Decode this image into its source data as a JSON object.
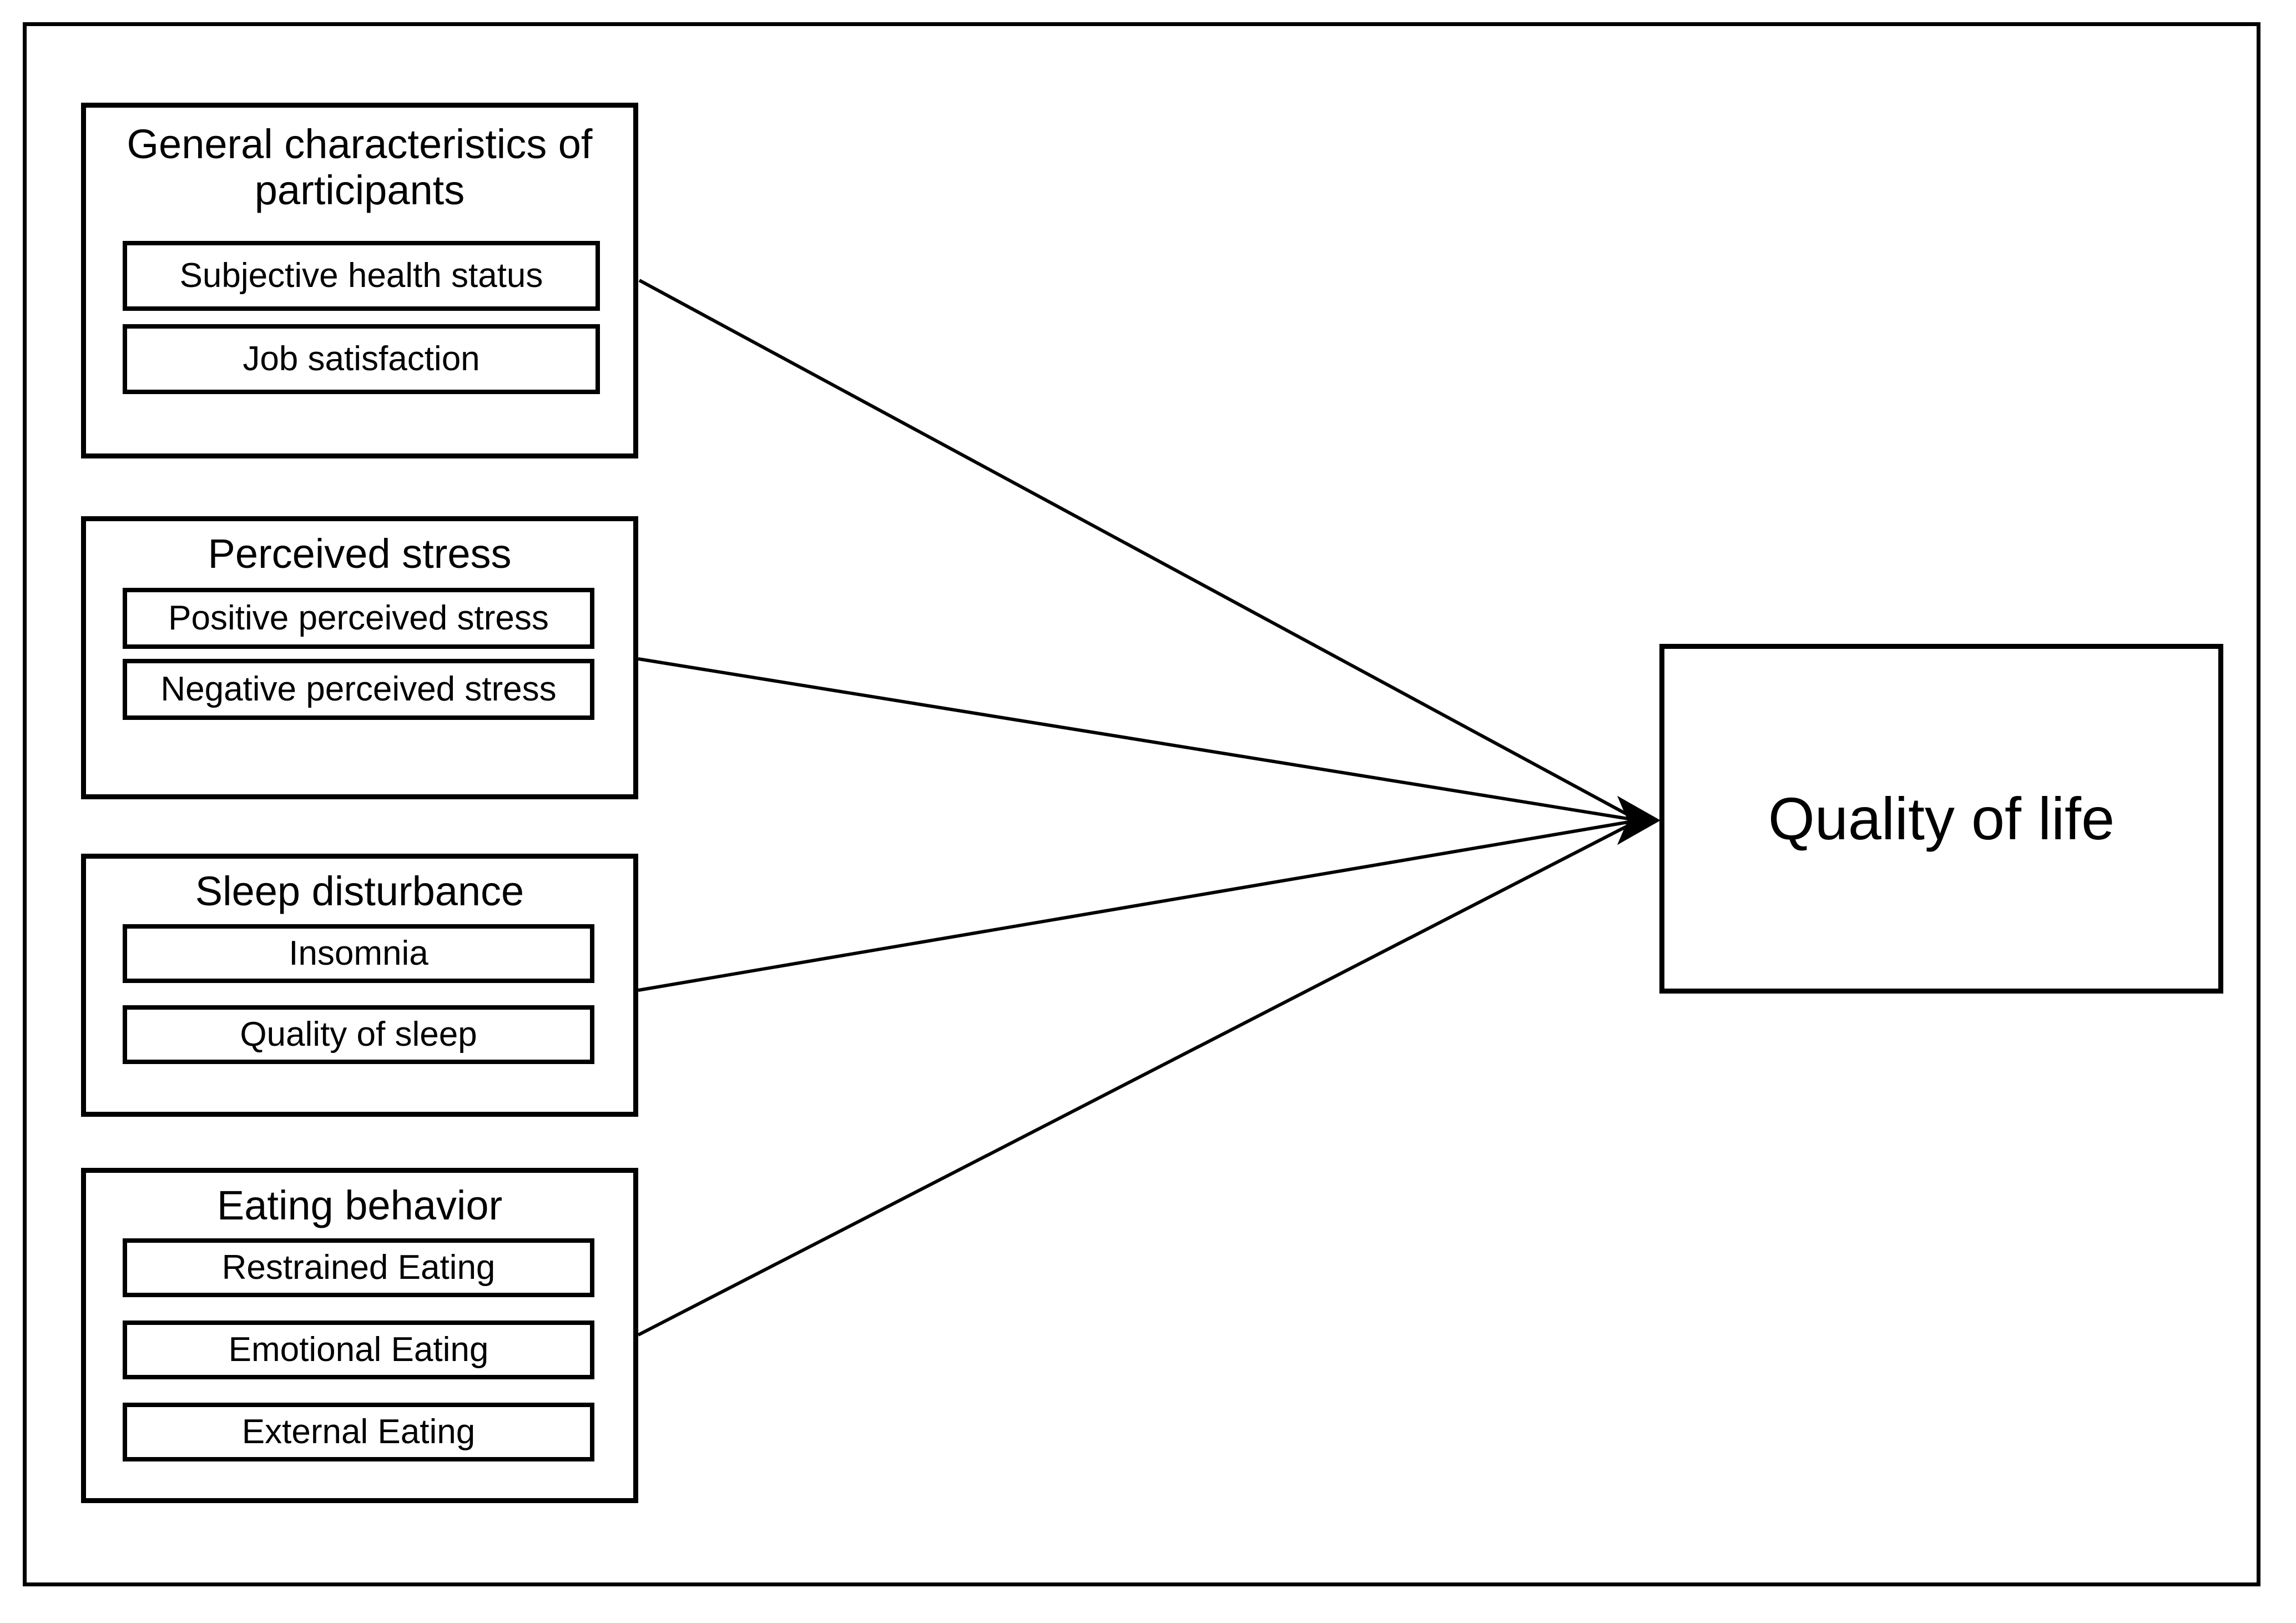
{
  "diagram": {
    "type": "conceptual-framework",
    "title_text": "",
    "outcome": {
      "label": "Quality of life",
      "shape": "rectangle"
    },
    "groups": [
      {
        "id": "general-characteristics",
        "title": "General characteristics of\nparticipants",
        "items": [
          {
            "label": "Subjective health status"
          },
          {
            "label": "Job satisfaction"
          }
        ]
      },
      {
        "id": "perceived-stress",
        "title": "Perceived stress",
        "items": [
          {
            "label": "Positive perceived stress"
          },
          {
            "label": "Negative perceived stress"
          }
        ]
      },
      {
        "id": "sleep-disturbance",
        "title": "Sleep disturbance",
        "items": [
          {
            "label": "Insomnia"
          },
          {
            "label": "Quality of sleep"
          }
        ]
      },
      {
        "id": "eating-behavior",
        "title": "Eating behavior",
        "items": [
          {
            "label": "Restrained Eating"
          },
          {
            "label": "Emotional Eating"
          },
          {
            "label": "External Eating"
          }
        ]
      }
    ],
    "connectors": [
      {
        "from": "general-characteristics",
        "to": "outcome",
        "arrow": "single-head"
      },
      {
        "from": "perceived-stress",
        "to": "outcome",
        "arrow": "single-head"
      },
      {
        "from": "sleep-disturbance",
        "to": "outcome",
        "arrow": "single-head"
      },
      {
        "from": "eating-behavior",
        "to": "outcome",
        "arrow": "single-head"
      }
    ],
    "colors": {
      "stroke": "#000000",
      "fill": "#ffffff",
      "text": "#000000"
    }
  }
}
